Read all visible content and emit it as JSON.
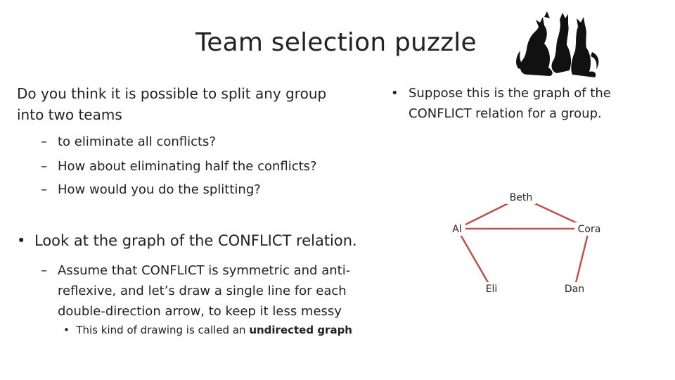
{
  "title": "Team selection puzzle",
  "left": {
    "intro": [
      "Do you think it is possible to split any group",
      "into two teams"
    ],
    "questions": [
      "to eliminate all conflicts?",
      "How about eliminating half the conflicts?",
      "How would you do the splitting?"
    ],
    "look_bullet": "Look at the graph of the CONFLICT relation.",
    "assume": "Assume that CONFLICT is symmetric and anti-reflexive, and let’s draw a single line for each double-direction arrow, to keep it less messy",
    "note_prefix": "This kind of drawing is called an ",
    "note_emphasis": "undirected graph"
  },
  "right": {
    "bullet": "Suppose this is the graph of the CONFLICT relation for a group."
  },
  "graph": {
    "nodes": [
      "Beth",
      "Al",
      "Cora",
      "Eli",
      "Dan"
    ],
    "edges": [
      [
        "Beth",
        "Al"
      ],
      [
        "Beth",
        "Cora"
      ],
      [
        "Al",
        "Cora"
      ],
      [
        "Al",
        "Eli"
      ],
      [
        "Cora",
        "Dan"
      ]
    ],
    "node_fill": "#4f81bd",
    "node_stroke": "#ffffff",
    "edge_color": "#c0504d"
  },
  "decoration": "cats-silhouette-icon"
}
